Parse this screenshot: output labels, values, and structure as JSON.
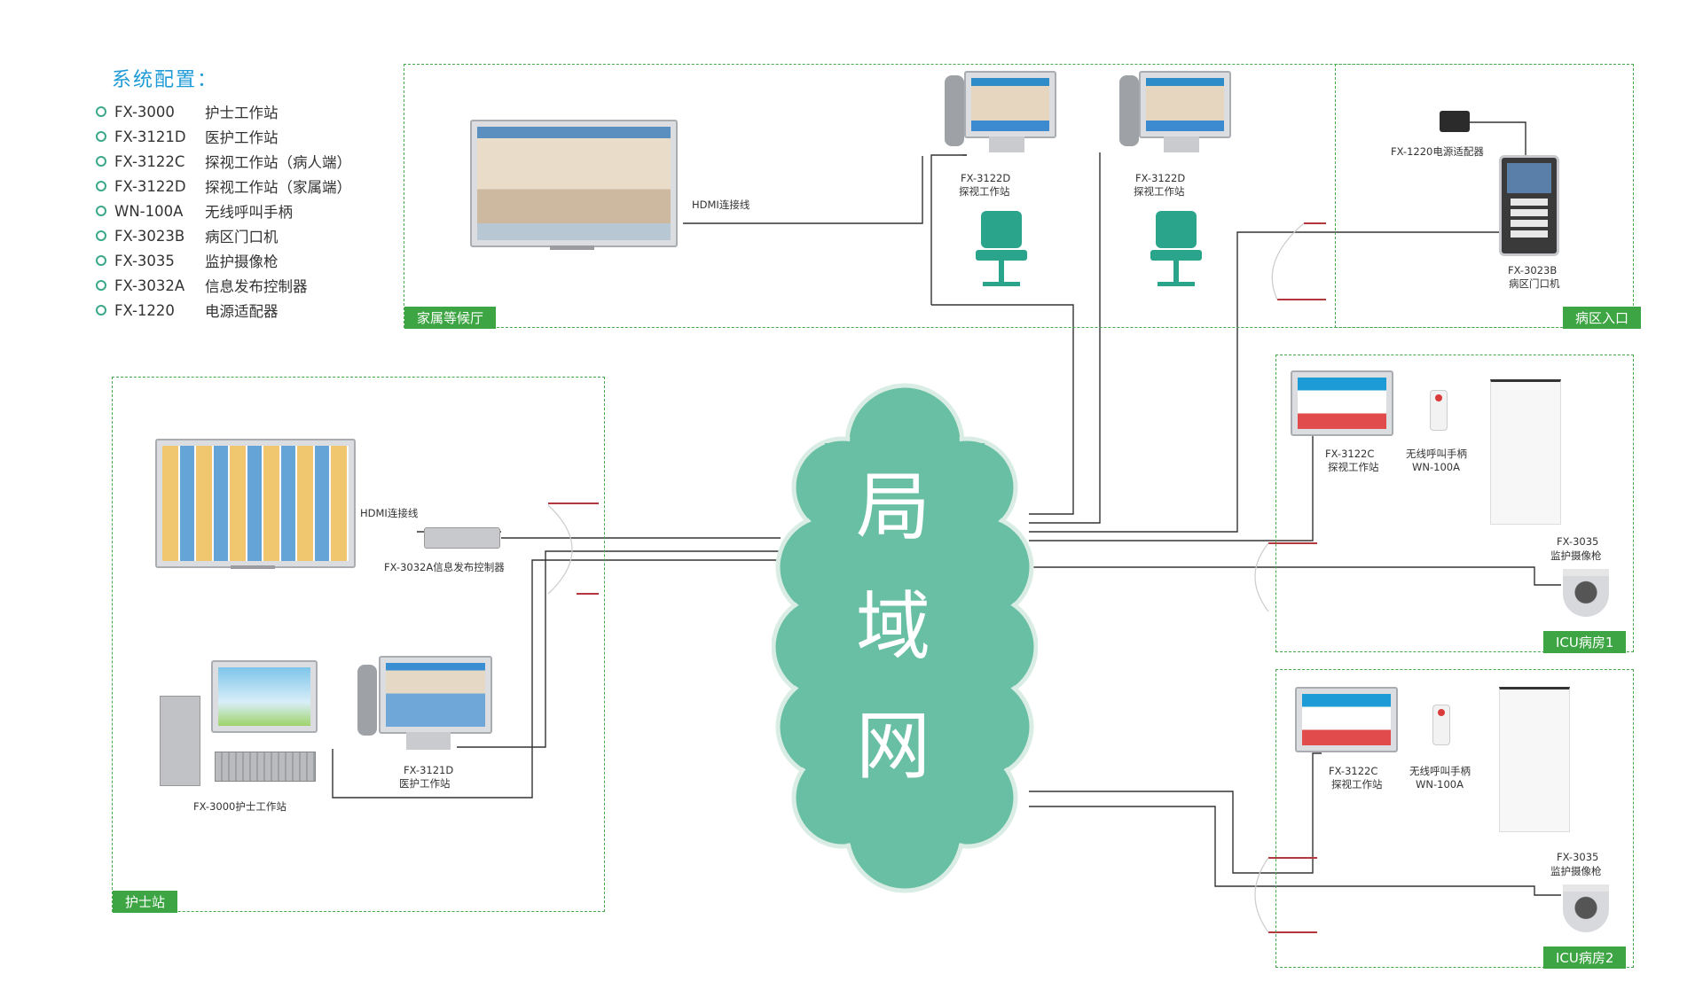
{
  "legend": {
    "title": "系统配置：",
    "items": [
      {
        "model": "FX-3000",
        "name": "护士工作站"
      },
      {
        "model": "FX-3121D",
        "name": "医护工作站"
      },
      {
        "model": "FX-3122C",
        "name": "探视工作站（病人端）"
      },
      {
        "model": "FX-3122D",
        "name": "探视工作站（家属端）"
      },
      {
        "model": "WN-100A",
        "name": "无线呼叫手柄"
      },
      {
        "model": "FX-3023B",
        "name": "病区门口机"
      },
      {
        "model": "FX-3035",
        "name": "监护摄像枪"
      },
      {
        "model": "FX-3032A",
        "name": "信息发布控制器"
      },
      {
        "model": "FX-1220",
        "name": "电源适配器"
      }
    ]
  },
  "network": {
    "line1": "局",
    "line2": "域",
    "line3": "网"
  },
  "zones": {
    "waiting_hall": "家属等候厅",
    "ward_entrance": "病区入口",
    "nurse_station": "护士站",
    "icu1": "ICU病房1",
    "icu2": "ICU病房2"
  },
  "labels": {
    "hdmi_top": "HDMI连接线",
    "hdmi_left": "HDMI连接线",
    "visit_d1_model": "FX-3122D",
    "visit_d1_name": "探视工作站",
    "visit_d2_model": "FX-3122D",
    "visit_d2_name": "探视工作站",
    "adapter": "FX-1220电源适配器",
    "door_model": "FX-3023B",
    "door_name": "病区门口机",
    "controller": "FX-3032A信息发布控制器",
    "medical_model": "FX-3121D",
    "medical_name": "医护工作站",
    "nurse_ws": "FX-3000护士工作站",
    "icu1_visit_model": "FX-3122C",
    "icu1_visit_name": "探视工作站",
    "icu1_call_name": "无线呼叫手柄",
    "icu1_call_model": "WN-100A",
    "icu1_cam_model": "FX-3035",
    "icu1_cam_name": "监护摄像枪",
    "icu2_visit_model": "FX-3122C",
    "icu2_visit_name": "探视工作站",
    "icu2_call_name": "无线呼叫手柄",
    "icu2_call_model": "WN-100A",
    "icu2_cam_model": "FX-3035",
    "icu2_cam_name": "监护摄像枪"
  },
  "colors": {
    "cloud": "#69bfa3",
    "zone": "#3da543",
    "legend_title": "#1e9bd7",
    "chair": "#2aa58b"
  }
}
